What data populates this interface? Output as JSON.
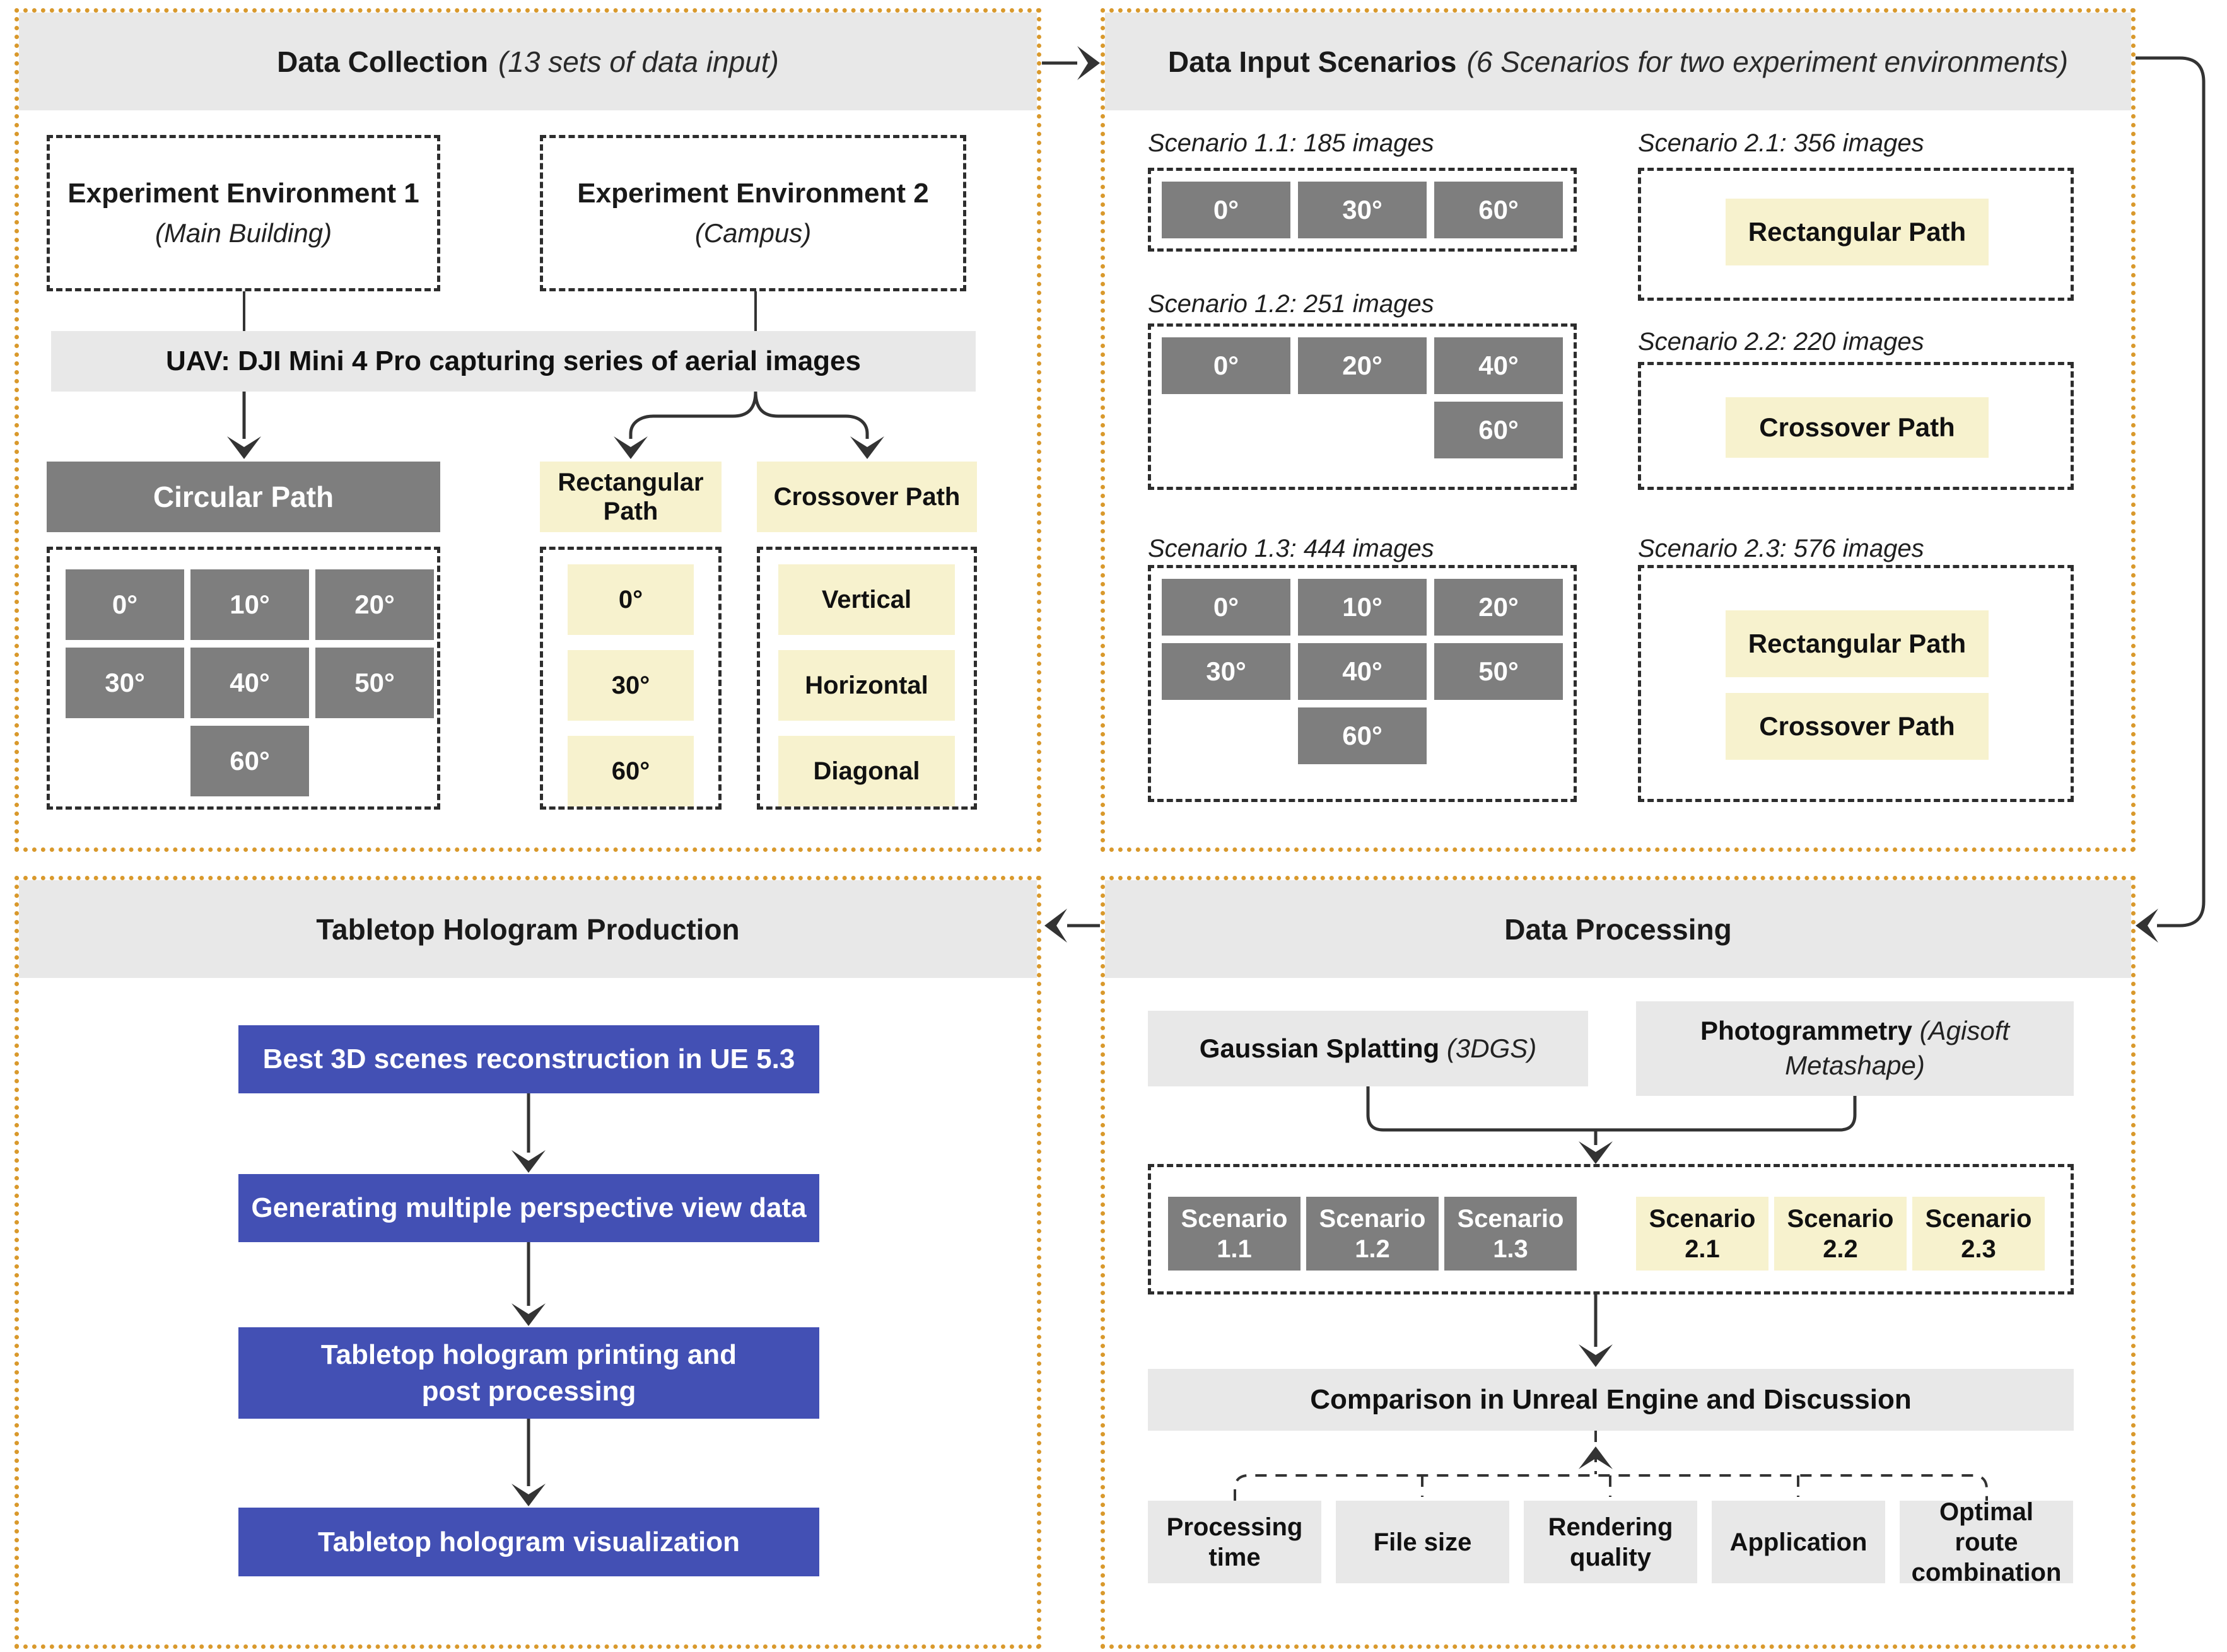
{
  "colors": {
    "panel_border": "#D9992C",
    "header_gray": "#E8E8E8",
    "box_dark_gray": "#7E7E7E",
    "box_yellow": "#F7F2CE",
    "step_blue": "#4350B4",
    "arrow": "#333333"
  },
  "panels": {
    "data_collection": {
      "title": "Data Collection",
      "title_note": "(13 sets of data input)",
      "env1": {
        "title": "Experiment Environment 1",
        "subtitle": "(Main Building)"
      },
      "env2": {
        "title": "Experiment Environment 2",
        "subtitle": "(Campus)"
      },
      "uav": "UAV: DJI Mini 4 Pro capturing series of aerial images",
      "circular": "Circular Path",
      "rectangular": "Rectangular Path",
      "crossover": "Crossover Path",
      "circular_angles": [
        "0°",
        "10°",
        "20°",
        "30°",
        "40°",
        "50°",
        "60°"
      ],
      "rect_angles": [
        "0°",
        "30°",
        "60°"
      ],
      "crossover_modes": [
        "Vertical",
        "Horizontal",
        "Diagonal"
      ]
    },
    "data_input": {
      "title": "Data Input Scenarios",
      "title_note": "(6 Scenarios for two experiment environments)",
      "s11": {
        "label": "Scenario 1.1: 185 images",
        "angles": [
          "0°",
          "30°",
          "60°"
        ]
      },
      "s12": {
        "label": "Scenario 1.2: 251 images",
        "angles": [
          "0°",
          "20°",
          "40°",
          "60°"
        ]
      },
      "s13": {
        "label": "Scenario 1.3: 444 images",
        "angles": [
          "0°",
          "10°",
          "20°",
          "30°",
          "40°",
          "50°",
          "60°"
        ]
      },
      "s21": {
        "label": "Scenario 2.1: 356 images",
        "path1": "Rectangular Path"
      },
      "s22": {
        "label": "Scenario 2.2: 220 images",
        "path1": "Crossover Path"
      },
      "s23": {
        "label": "Scenario 2.3: 576 images",
        "path1": "Rectangular Path",
        "path2": "Crossover Path"
      }
    },
    "hologram": {
      "title": "Tabletop Hologram Production",
      "steps": [
        "Best 3D scenes reconstruction in UE 5.3",
        "Generating multiple perspective view data",
        "Tabletop hologram printing and post processing",
        "Tabletop hologram visualization"
      ]
    },
    "processing": {
      "title": "Data Processing",
      "gs_name": "Gaussian Splatting",
      "gs_note": "(3DGS)",
      "pg_name": "Photogrammetry",
      "pg_note": "(Agisoft Metashape)",
      "scenarios_gray": [
        "Scenario 1.1",
        "Scenario 1.2",
        "Scenario 1.3"
      ],
      "scenarios_yellow": [
        "Scenario 2.1",
        "Scenario 2.2",
        "Scenario 2.3"
      ],
      "comparison": "Comparison in Unreal Engine and Discussion",
      "criteria": [
        "Processing time",
        "File size",
        "Rendering quality",
        "Application",
        "Optimal route combination"
      ]
    }
  }
}
